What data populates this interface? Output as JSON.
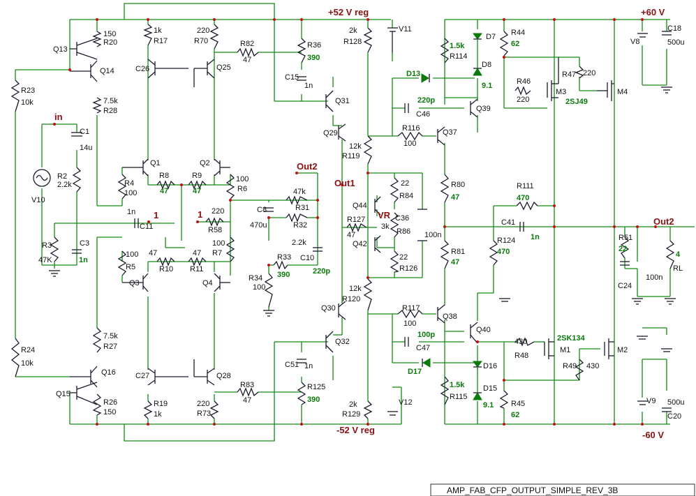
{
  "title_block": "AMP_FAB_CFP_OUTPUT_SIMPLE_REV_3B",
  "rails": {
    "pos52": "+52 V reg",
    "neg52": "-52 V reg",
    "pos60": "+60 V",
    "neg60": "-60 V"
  },
  "nets": {
    "in": "in",
    "out1": "Out1",
    "out2a": "Out2",
    "out2b": "Out2",
    "one_a": "1",
    "one_b": "1",
    "vr": "VR"
  },
  "components": {
    "Q13": "Q13",
    "R20": "R20",
    "R20v": "150",
    "Q14": "Q14",
    "R28": "R28",
    "R28v": "7.5k",
    "R23": "R23",
    "R23v": "10k",
    "R17": "R17",
    "R17v": "1k",
    "R70": "R70",
    "R70v": "220",
    "C26": "C26",
    "Q25": "Q25",
    "R82": "R82",
    "R82v": "47",
    "R36": "R36",
    "R36v": "390",
    "C15": "C15",
    "C15v": "1n",
    "Q31": "Q31",
    "Q29": "Q29",
    "R128": "R128",
    "R128v": "2k",
    "V11": "V11",
    "R119": "R119",
    "R119v": "12k",
    "C1": "C1",
    "C1v": "14u",
    "R2": "R2",
    "R2v": "2.2k",
    "V10": "V10",
    "R3": "R3",
    "R3v": "47K",
    "C3": "C3",
    "C3v": "1n",
    "Q1": "Q1",
    "Q2": "Q2",
    "R4": "R4",
    "R4v": "100",
    "R8": "R8",
    "R8v": "47",
    "R9": "R9",
    "R9v": "47",
    "R6": "R6",
    "R6v": "100",
    "C11": "C11",
    "C11v": "1n",
    "R58": "R58",
    "R58v": "220",
    "R7": "R7",
    "R7v": "100",
    "R5": "R5",
    "R5v": "100",
    "R10": "R10",
    "R10v": "47",
    "R11": "R11",
    "R11v": "47",
    "Q3": "Q3",
    "Q4": "Q4",
    "C8": "C8",
    "C8v": "470u",
    "R31": "R31",
    "R31v": "47k",
    "R32": "R32",
    "R32v": "2.2k",
    "C10": "C10",
    "C10v": "220p",
    "R33": "R33",
    "R33v": "390",
    "R34": "R34",
    "R34v": "100",
    "Q44": "Q44",
    "Q42": "Q42",
    "R84": "R84",
    "R84v": "22",
    "R86": "R86",
    "R86v": "3k",
    "R126": "R126",
    "R126v": "22",
    "R127": "R127",
    "R127v": "47",
    "C36": "C36",
    "C36v": "100n",
    "R120": "R120",
    "R120v": "12k",
    "Q30": "Q30",
    "Q32": "Q32",
    "C51": "C51",
    "C51v": "1n",
    "R125": "R125",
    "R125v": "390",
    "R129": "R129",
    "R129v": "2k",
    "V12": "V12",
    "R83": "R83",
    "R83v": "47",
    "R73": "R73",
    "R73v": "220",
    "Q28": "Q28",
    "C27": "C27",
    "R19": "R19",
    "R19v": "1k",
    "R24": "R24",
    "R24v": "10k",
    "R27": "R27",
    "R27v": "7.5k",
    "Q16": "Q16",
    "Q15": "Q15",
    "R26": "R26",
    "R26v": "150",
    "D13": "D13",
    "C46": "C46",
    "C46v": "220p",
    "R116": "R116",
    "R116v": "100",
    "Q37": "Q37",
    "Q39": "Q39",
    "R114": "R114",
    "R114v": "1.5k",
    "D7": "D7",
    "D8": "D8",
    "D8v": "9.1",
    "R44": "R44",
    "R44v": "62",
    "R46": "R46",
    "R46v": "220",
    "R47": "R47",
    "R47v": "220",
    "M3": "M3",
    "M3v": "2SJ49",
    "M4": "M4",
    "V8": "V8",
    "C18": "C18",
    "C18v": "500u",
    "R80": "R80",
    "R80v": "47",
    "R111": "R111",
    "R111v": "470",
    "C41": "C41",
    "C41v": "1n",
    "R124": "R124",
    "R124v": "470",
    "R81": "R81",
    "R81v": "47",
    "R51": "R51",
    "R51v": "22",
    "C24": "C24",
    "C24v": "100n",
    "RL": "RL",
    "RLv": "4",
    "R117": "R117",
    "R117v": "100",
    "Q38": "Q38",
    "Q40": "Q40",
    "C47": "C47",
    "C47v": "100p",
    "D17": "D17",
    "R48": "R48",
    "R48v": "430",
    "M1": "M1",
    "M1v": "2SK134",
    "M2": "M2",
    "R49": "R49",
    "R49v": "430",
    "D16": "D16",
    "D15": "D15",
    "D15v": "9.1",
    "R115": "R115",
    "R115v": "1.5k",
    "R45": "R45",
    "R45v": "62",
    "V9": "V9",
    "C20": "C20",
    "C20v": "500u"
  }
}
